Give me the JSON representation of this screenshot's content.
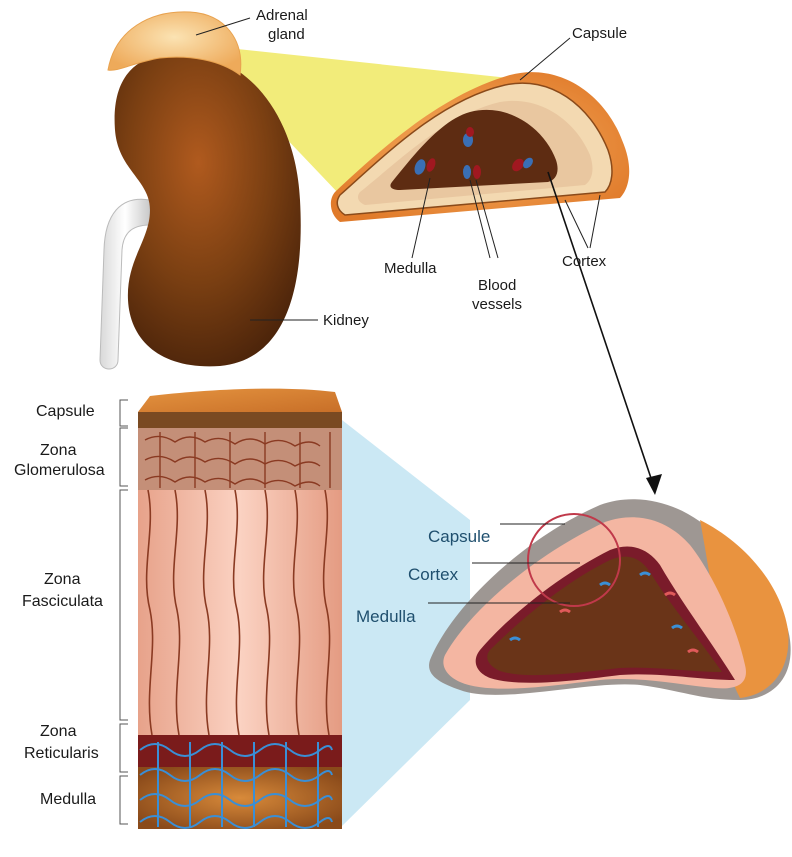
{
  "labels": {
    "adrenal_gland": [
      "Adrenal",
      "gland"
    ],
    "kidney": "Kidney",
    "cross_section": {
      "capsule": "Capsule",
      "medulla": "Medulla",
      "blood_vessels": [
        "Blood",
        "vessels"
      ],
      "cortex": "Cortex"
    },
    "layers": {
      "capsule": "Capsule",
      "zona_glomerulosa": [
        "Zona",
        "Glomerulosa"
      ],
      "zona_fasciculata": [
        "Zona",
        "Fasciculata"
      ],
      "zona_reticularis": [
        "Zona",
        "Reticularis"
      ],
      "medulla": "Medulla"
    },
    "detail": {
      "capsule": "Capsule",
      "cortex": "Cortex",
      "medulla": "Medulla"
    }
  },
  "colors": {
    "kidney": "#7a3f12",
    "adrenal": "#f2c27a",
    "capsule": "#e8893a",
    "cortex": "#f3d9b1",
    "medulla": "#5e2c12",
    "fasciculata": "#f6bda6",
    "reticularis": "#7a1b1b",
    "vessel_blue": "#3a8fd6",
    "highlight_yellow": "#f2ec7a",
    "highlight_blue": "#cbe8f4",
    "circle_red": "#c0394a"
  }
}
